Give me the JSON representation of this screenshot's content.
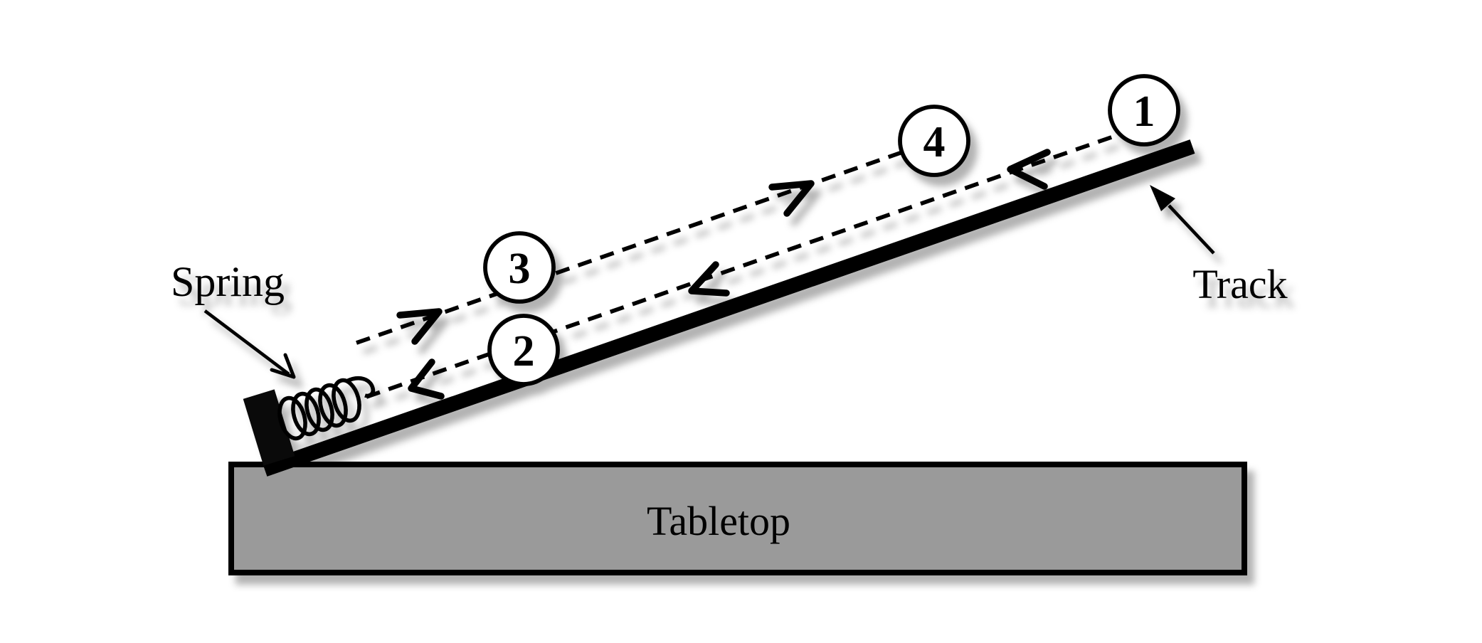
{
  "figure": {
    "background_color": "#ffffff",
    "ink_color": "#000000",
    "tabletop_fill_color": "#9a9a9a",
    "labels": {
      "spring": "Spring",
      "track": "Track",
      "tabletop": "Tabletop"
    },
    "position_markers": [
      {
        "label": "1"
      },
      {
        "label": "2"
      },
      {
        "label": "3"
      },
      {
        "label": "4"
      }
    ],
    "motion_paths": {
      "down_incline": {
        "from_marker": "1",
        "to_marker": "2",
        "arrow_count": 3,
        "direction": "down-left toward spring"
      },
      "up_incline": {
        "from_marker": "3",
        "to_marker": "4",
        "arrow_count": 2,
        "direction": "up-right away from spring"
      }
    }
  }
}
